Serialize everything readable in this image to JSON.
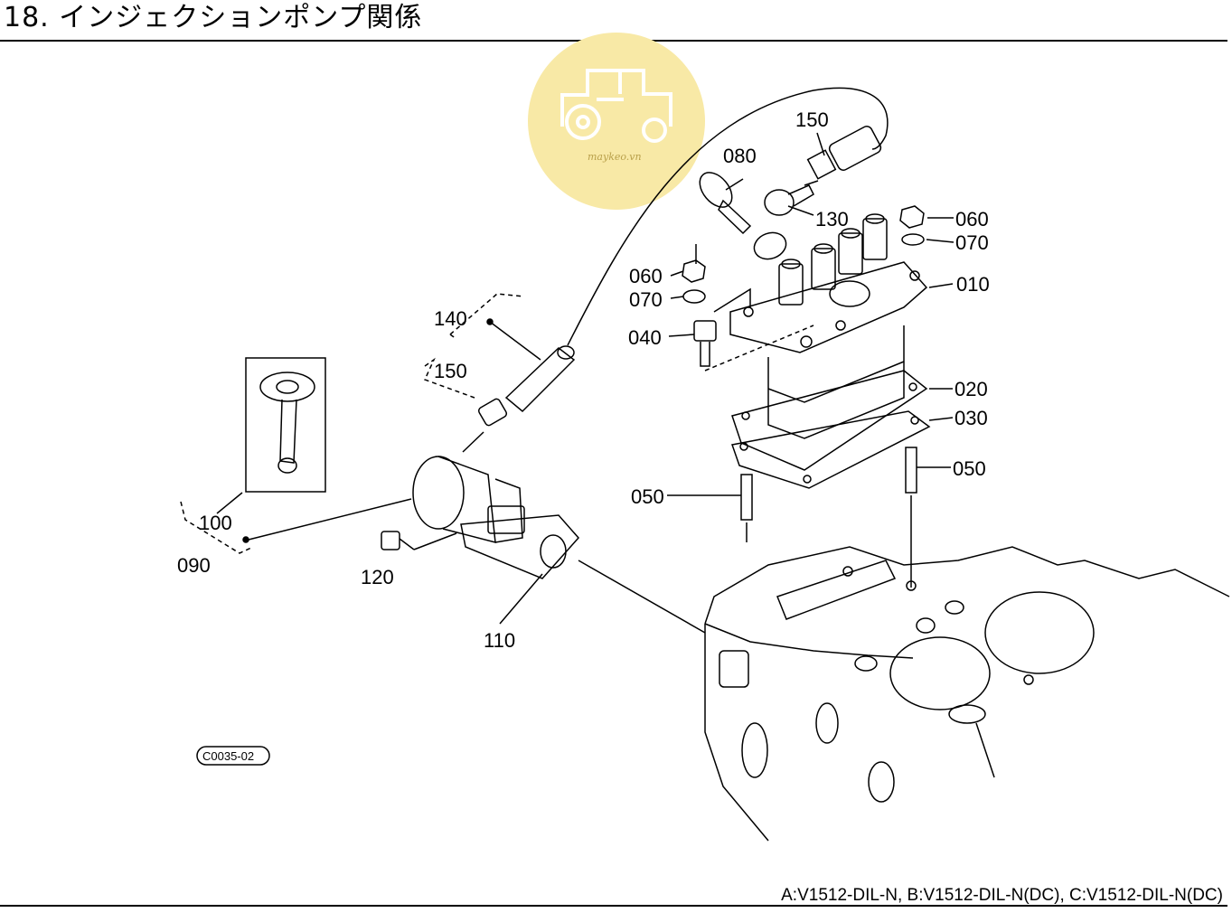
{
  "header": {
    "title": "18. インジェクションポンプ関係"
  },
  "footer": {
    "models": "A:V1512-DIL-N,  B:V1512-DIL-N(DC),  C:V1512-DIL-N(DC)"
  },
  "watermark": {
    "text": "maykeo.vn",
    "color": "#f8e9a6",
    "icon": "tractor-icon"
  },
  "diagram": {
    "code": "C0035-02",
    "labels": {
      "p150a": "150",
      "p080": "080",
      "p130": "130",
      "p060a": "060",
      "p070a": "070",
      "p060b": "060",
      "p070b": "070",
      "p010": "010",
      "p040": "040",
      "p020": "020",
      "p030": "030",
      "p050a": "050",
      "p050b": "050",
      "p140": "140",
      "p150b": "150",
      "p100": "100",
      "p090": "090",
      "p120": "120",
      "p110": "110"
    }
  }
}
